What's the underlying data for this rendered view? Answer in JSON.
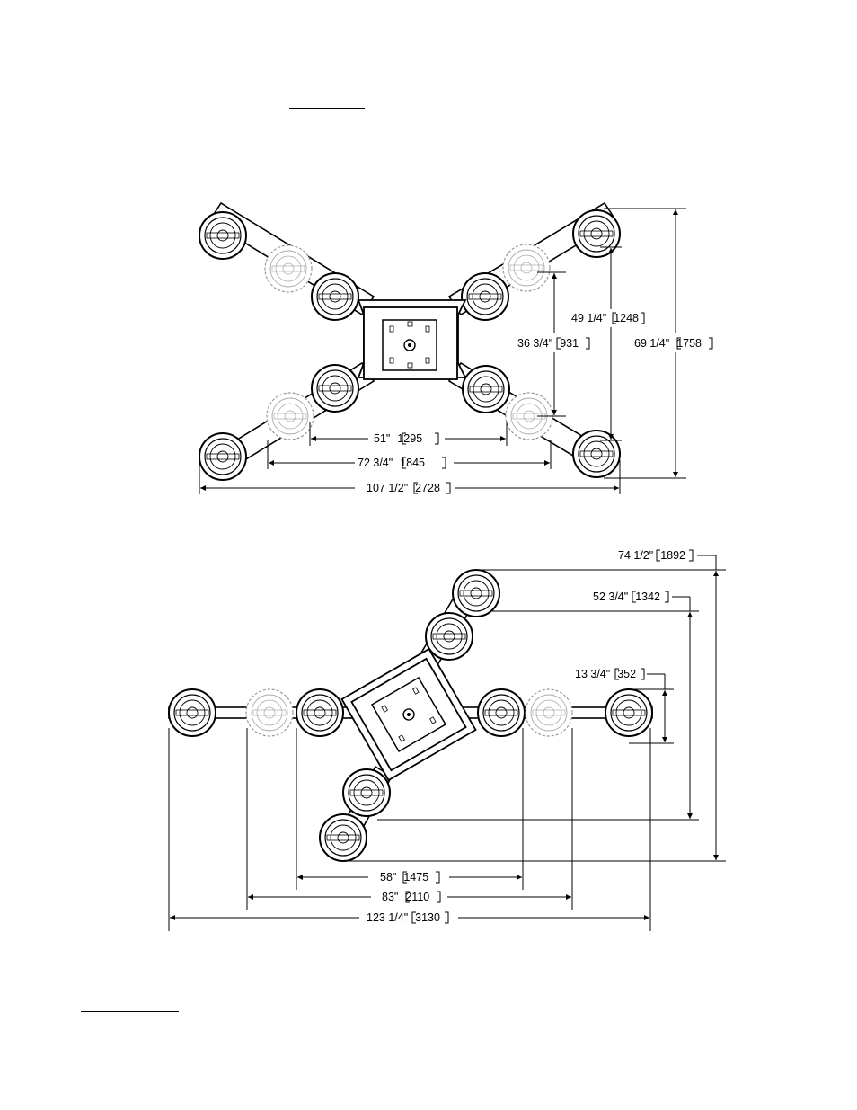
{
  "drawing": {
    "top_view": {
      "dimensions": [
        {
          "id": "d51",
          "imperial": "51\"",
          "metric": "1295"
        },
        {
          "id": "d72",
          "imperial": "72 3/4\"",
          "metric": "1845"
        },
        {
          "id": "d107",
          "imperial": "107 1/2\"",
          "metric": "2728"
        },
        {
          "id": "d36",
          "imperial": "36 3/4\"",
          "metric": "931"
        },
        {
          "id": "d49",
          "imperial": "49 1/4\"",
          "metric": "1248"
        },
        {
          "id": "d69",
          "imperial": "69 1/4\"",
          "metric": "1758"
        }
      ]
    },
    "bottom_view": {
      "dimensions": [
        {
          "id": "d74",
          "imperial": "74 1/2\"",
          "metric": "1892"
        },
        {
          "id": "d52",
          "imperial": "52 3/4\"",
          "metric": "1342"
        },
        {
          "id": "d13",
          "imperial": "13 3/4\"",
          "metric": "352"
        },
        {
          "id": "d58",
          "imperial": "58\"",
          "metric": "1475"
        },
        {
          "id": "d83",
          "imperial": "83\"",
          "metric": "2110"
        },
        {
          "id": "d123",
          "imperial": "123 1/4\"",
          "metric": "3130"
        }
      ]
    }
  }
}
